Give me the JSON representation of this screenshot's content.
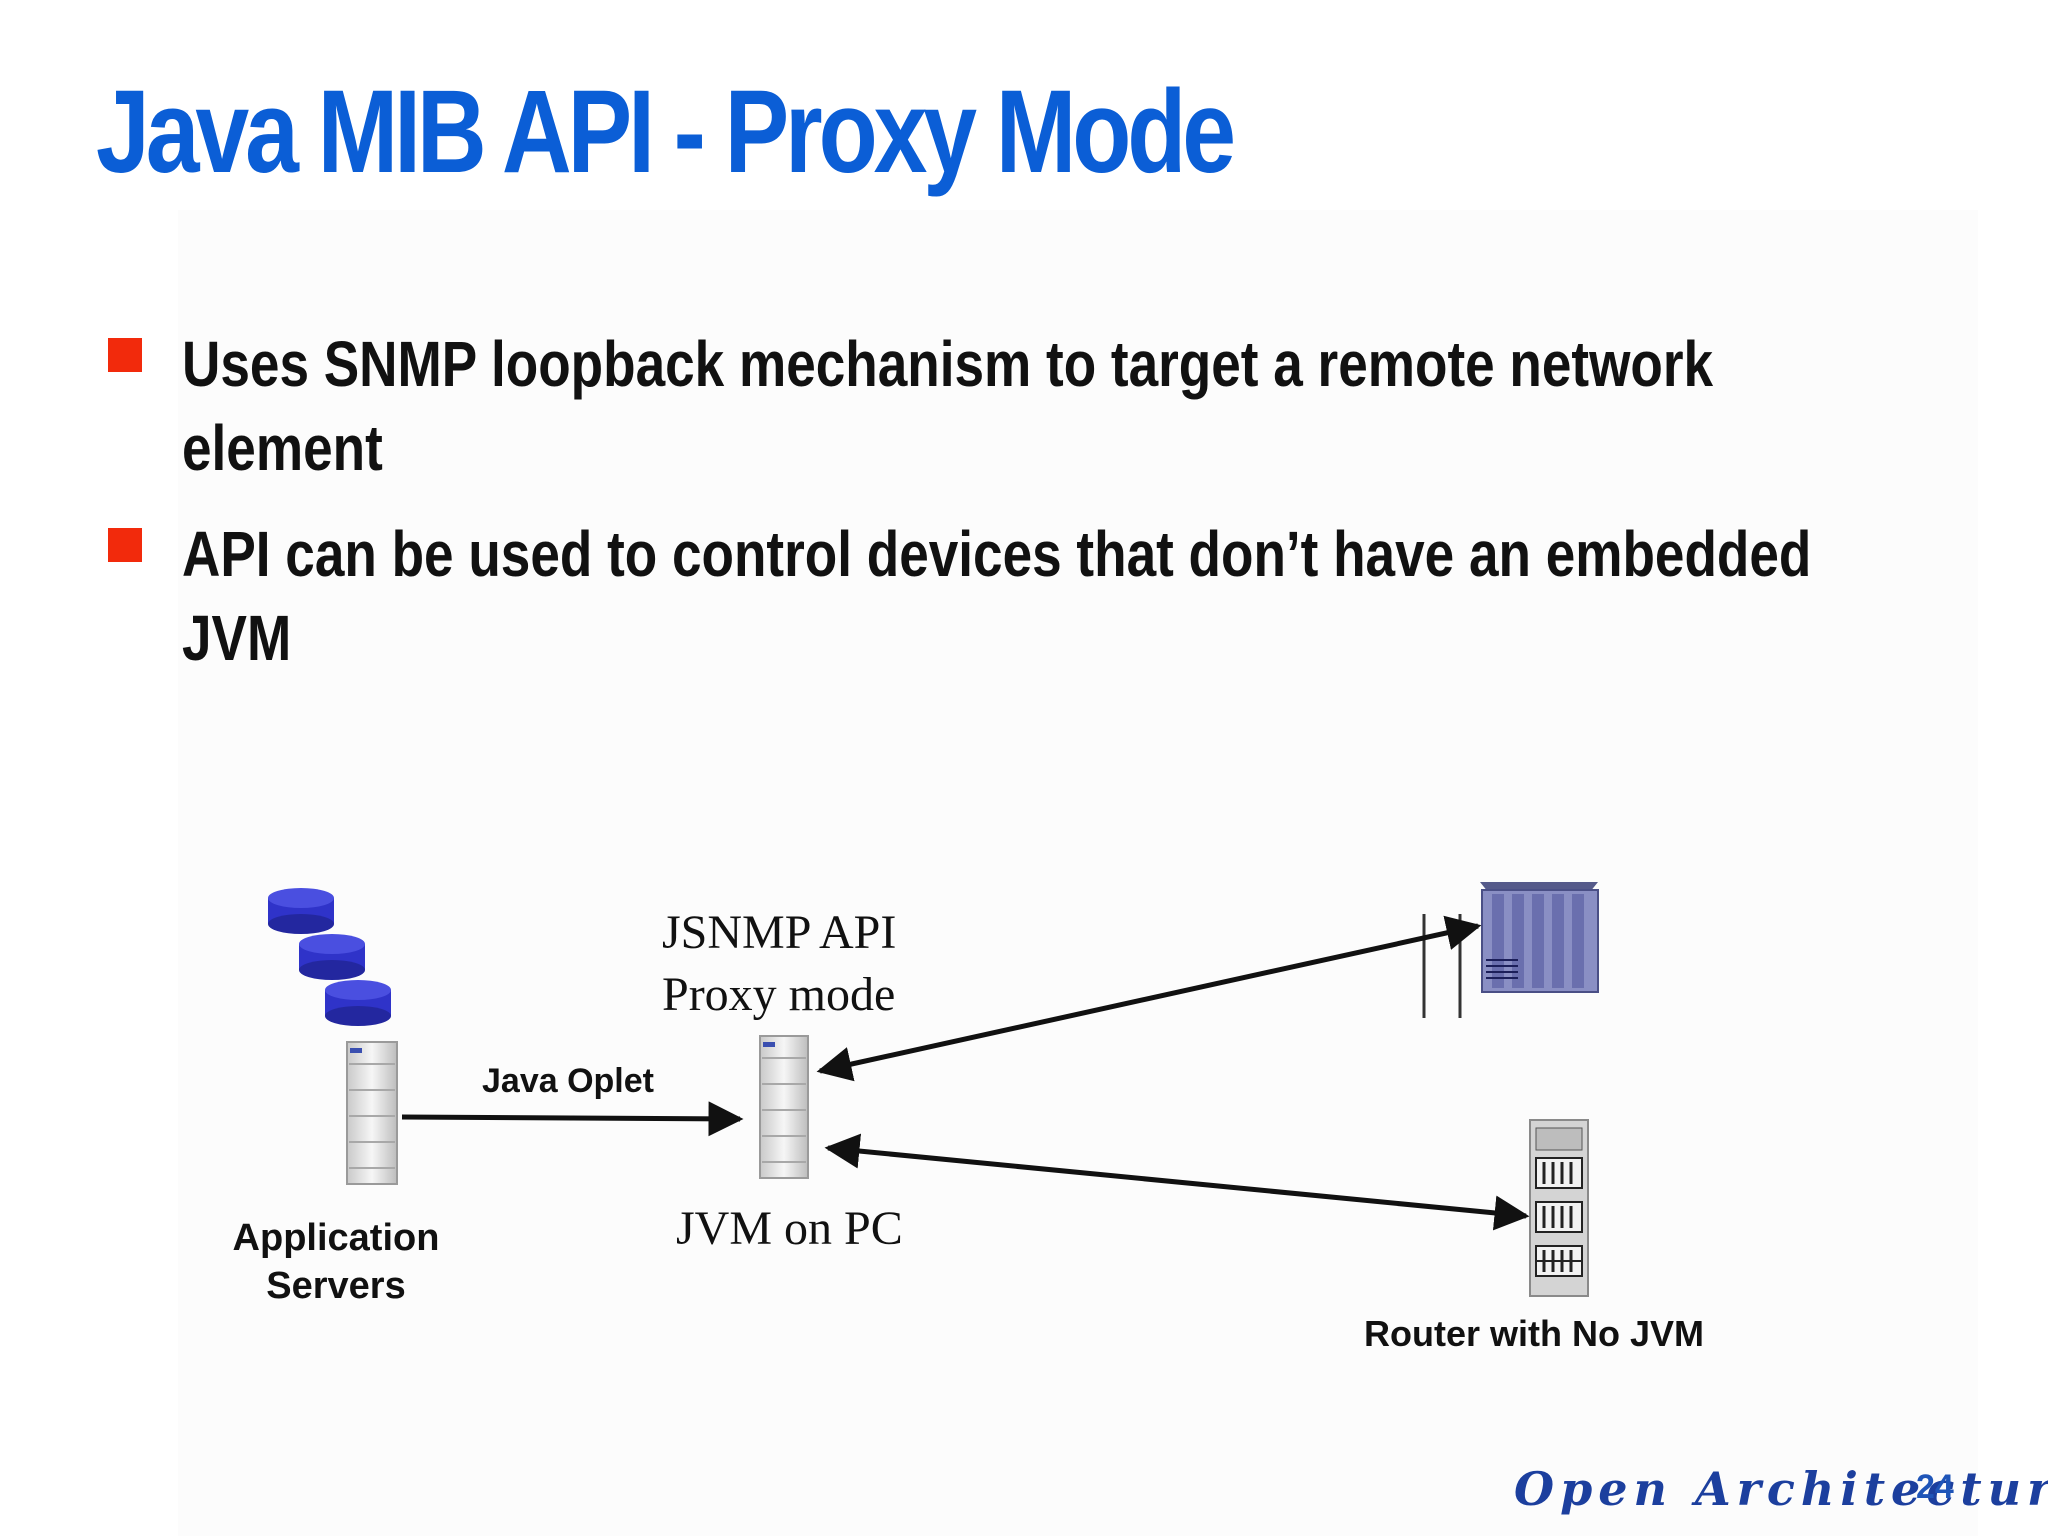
{
  "slide": {
    "title": "Java MIB API - Proxy Mode",
    "bullets": [
      {
        "lines": [
          "Uses SNMP loopback mechanism to target a remote network",
          "element"
        ]
      },
      {
        "lines": [
          "API can be used to control devices that don’t have an embedded",
          "JVM"
        ]
      }
    ]
  },
  "diagram": {
    "api_label_line1": "JSNMP API",
    "api_label_line2": "Proxy mode",
    "oplet_label": "Java Oplet",
    "app_servers_line1": "Application",
    "app_servers_line2": "Servers",
    "jvm_label": "JVM on PC",
    "router_label": "Router with No JVM",
    "icons": {
      "databases": "database-icon",
      "app_server": "server-tower-icon",
      "pc": "pc-tower-icon",
      "switch": "network-switch-icon",
      "router": "router-rack-icon"
    },
    "colors": {
      "database": "#2f33c9",
      "arrow": "#111111",
      "switch": "#6a6fae"
    }
  },
  "footer": {
    "brand": "Open Architecture",
    "page_number": "24"
  },
  "colors": {
    "title": "#0b5ed6",
    "bullet": "#f22a0c",
    "body_text": "#111111",
    "footer_brand": "#1c3f9e",
    "page_number": "#1f55b8"
  }
}
